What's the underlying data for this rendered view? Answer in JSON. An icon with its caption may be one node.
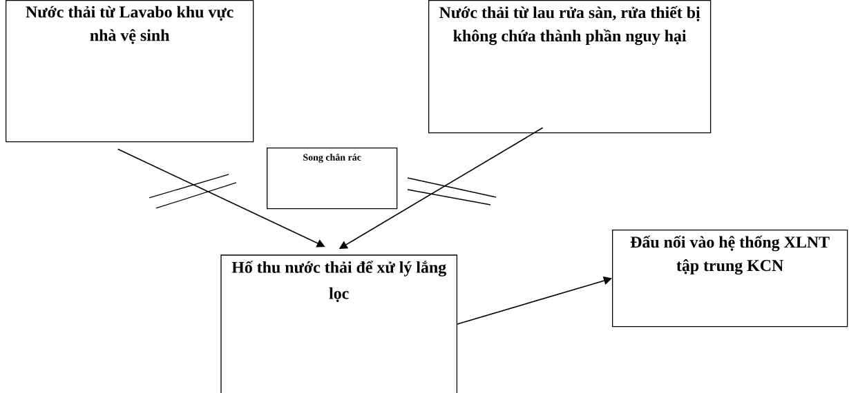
{
  "diagram": {
    "nodes": [
      {
        "text": [
          "Nước thải từ Lavabo khu vực nhà vệ sinh"
        ]
      },
      {
        "text": [
          "Nước thải từ lau rửa sàn, rửa thiết bị không chứa thành phần nguy hại"
        ]
      },
      {
        "text": [
          "Song chắn rác"
        ]
      },
      {
        "text": [
          "Hố thu nước thải để xử lý lắng lọc"
        ]
      },
      {
        "text": [
          "Đấu nối vào hệ thống XLNT tập trung KCN"
        ]
      }
    ],
    "edges": [
      {
        "from": 0,
        "to": 3,
        "arrow": "to"
      },
      {
        "from": 1,
        "to": 3,
        "arrow": "to"
      },
      {
        "from": 3,
        "to": 4,
        "arrow": "to"
      }
    ]
  }
}
